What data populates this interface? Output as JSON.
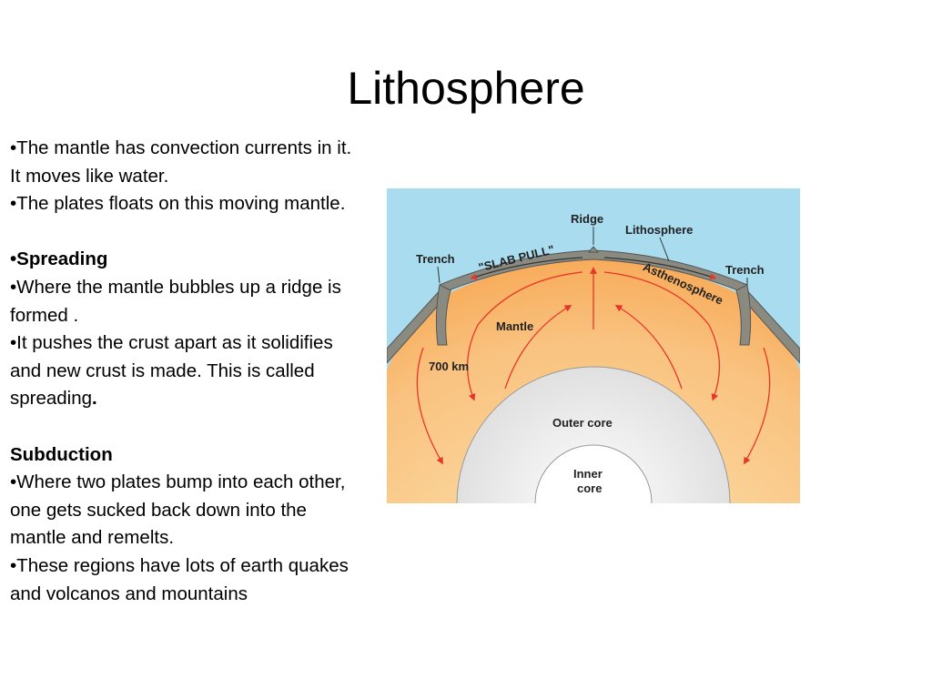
{
  "slide": {
    "title": "Lithosphere",
    "lines": [
      "•The mantle has convection currents in it. It moves like water.",
      "•The plates floats on this moving mantle.",
      "•Spreading",
      "•Where the mantle bubbles up a ridge is formed .",
      "•It pushes the crust apart as it solidifies and new crust is made. This is called spreading",
      ".",
      "Subduction",
      "•Where two plates bump into each other, one gets sucked back down into the mantle and remelts.",
      "•These regions have lots of earth quakes and volcanos and mountains"
    ]
  },
  "figure": {
    "labels": {
      "ridge": "Ridge",
      "lithosphere": "Lithosphere",
      "trench_left": "Trench",
      "slab_pull": "\"SLAB PULL\"",
      "trench_right": "Trench",
      "asthenosphere": "Asthenosphere",
      "mantle": "Mantle",
      "depth": "700 km",
      "outer_core": "Outer core",
      "inner_core_1": "Inner",
      "inner_core_2": "core"
    },
    "colors": {
      "sky": "#a8dcee",
      "mantle_outer": "#f7a24a",
      "mantle_inner": "#f9c27f",
      "crust": "#8a8a80",
      "core_outer": "#e6e6e6",
      "core_inner": "#ffffff",
      "arrow": "#e8352a"
    }
  }
}
